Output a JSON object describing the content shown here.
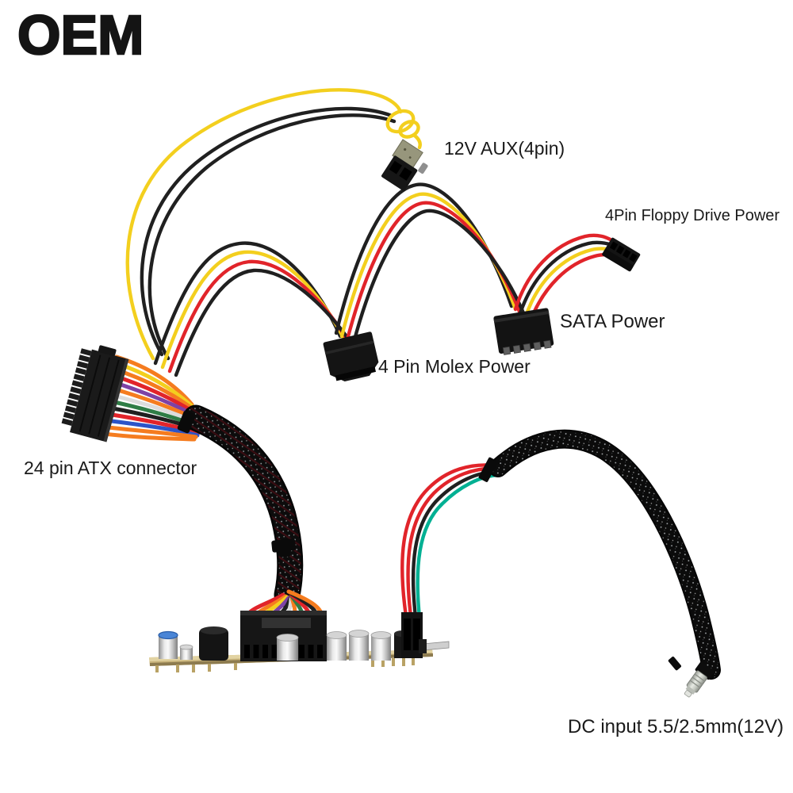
{
  "logo": {
    "text": "OEM"
  },
  "annotations": {
    "aux": "12V AUX(4pin)",
    "floppy": "4Pin Floppy Drive Power",
    "sata": "SATA Power",
    "molex": "4 Pin Molex Power",
    "atx": "24 pin ATX connector",
    "dc": "DC input 5.5/2.5mm(12V)"
  },
  "palette": {
    "background": "#ffffff",
    "text": "#1a1a1a",
    "wire_yellow": "#f3cf1e",
    "wire_red": "#e1242a",
    "wire_black": "#202020",
    "wire_orange": "#f57c1f",
    "wire_purple": "#7e42a5",
    "wire_white": "#dcdcdc",
    "wire_green": "#2f7d46",
    "wire_teal": "#00b093",
    "wire_blue": "#2c54c8",
    "sleeve_black": "#0c0c0c",
    "connector_black": "#151515",
    "pcb_tan": "#c9b47c",
    "capacitor_silver": "#d9d9d9",
    "capacitor_blue_top": "#4a85d6",
    "dc_plug_silver": "#c6c6c6"
  }
}
